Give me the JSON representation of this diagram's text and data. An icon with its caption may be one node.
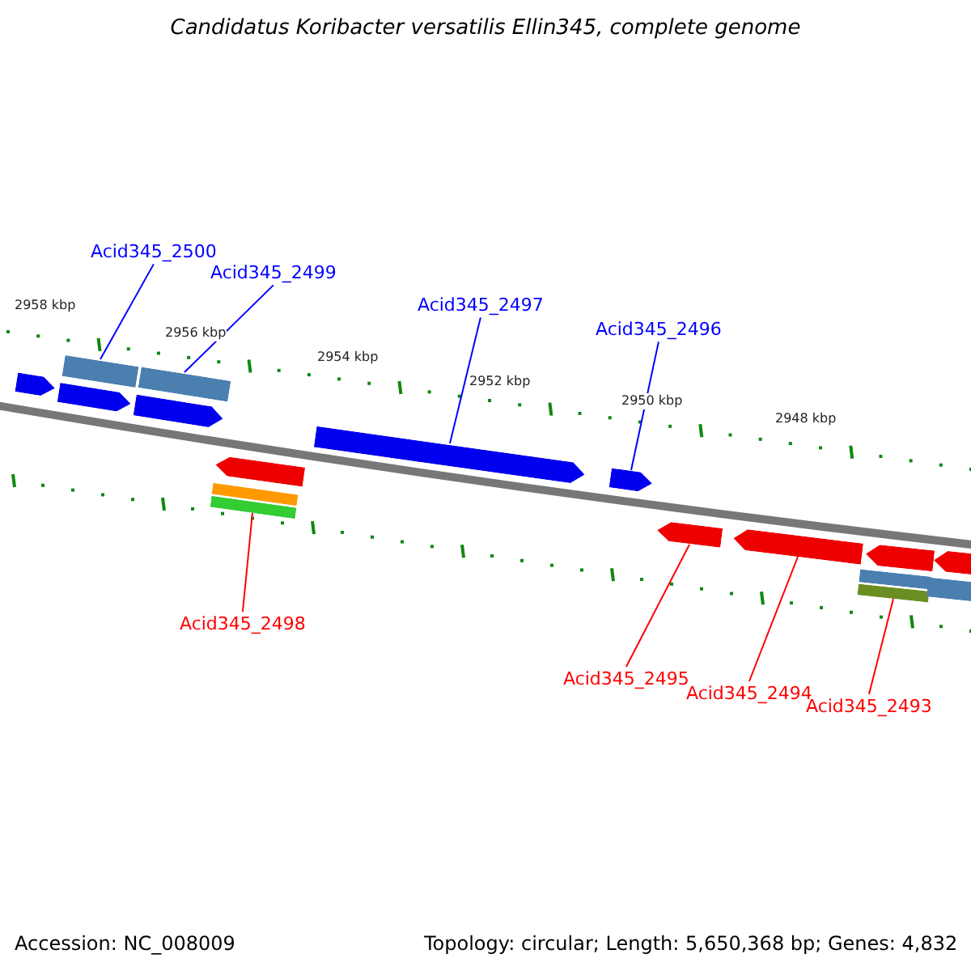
{
  "diagram": {
    "title": "Candidatus Koribacter versatilis Ellin345, complete genome",
    "nodes": [
      {
        "text": [
          "Acid345_2500"
        ]
      },
      {
        "text": [],
        "shape": "bar"
      },
      {
        "text": [
          "Acid345_2499"
        ]
      },
      {
        "text": [],
        "shape": "bar"
      },
      {
        "text": [
          "Acid345_2497"
        ]
      },
      {
        "text": [],
        "shape": "arrow"
      },
      {
        "text": [
          "Acid345_2496"
        ]
      },
      {
        "text": [],
        "shape": "arrow"
      },
      {
        "text": [
          "Acid345_2498"
        ]
      },
      {
        "text": [],
        "shape": "bar"
      },
      {
        "text": [
          "Acid345_2495"
        ]
      },
      {
        "text": [],
        "shape": "arrow"
      },
      {
        "text": [
          "Acid345_2494"
        ]
      },
      {
        "text": [],
        "shape": "arrow"
      },
      {
        "text": [
          "Acid345_2493"
        ]
      },
      {
        "text": [],
        "shape": "bar"
      },
      {
        "text": [],
        "shape": "arrow"
      },
      {
        "text": [],
        "shape": "arrow"
      },
      {
        "text": [],
        "shape": "arrow"
      },
      {
        "text": [],
        "shape": "bar"
      },
      {
        "text": [],
        "shape": "arrow"
      },
      {
        "text": [],
        "shape": "bar"
      },
      {
        "text": [],
        "shape": "arrow"
      },
      {
        "text": [],
        "shape": "bar"
      },
      {
        "text": [],
        "shape": "arrow"
      }
    ],
    "edges": [
      {
        "from": 0,
        "to": 1,
        "arrow": "none",
        "color": "#0000ff"
      },
      {
        "from": 2,
        "to": 3,
        "arrow": "none",
        "color": "#0000ff"
      },
      {
        "from": 4,
        "to": 5,
        "arrow": "none",
        "color": "#0000ff"
      },
      {
        "from": 6,
        "to": 7,
        "arrow": "none",
        "color": "#0000ff"
      },
      {
        "from": 8,
        "to": 9,
        "arrow": "none",
        "color": "#ff0000"
      },
      {
        "from": 10,
        "to": 11,
        "arrow": "none",
        "color": "#ff0000"
      },
      {
        "from": 12,
        "to": 13,
        "arrow": "none",
        "color": "#ff0000"
      },
      {
        "from": 14,
        "to": 15,
        "arrow": "none",
        "color": "#ff0000"
      }
    ],
    "labels": [
      "2958 kbp",
      "2956 kbp",
      "2954 kbp",
      "2952 kbp",
      "2950 kbp",
      "2948 kbp",
      "Accession: NC_008009",
      "Topology: circular; Length: 5,650,368 bp; Genes: 4,832"
    ]
  }
}
